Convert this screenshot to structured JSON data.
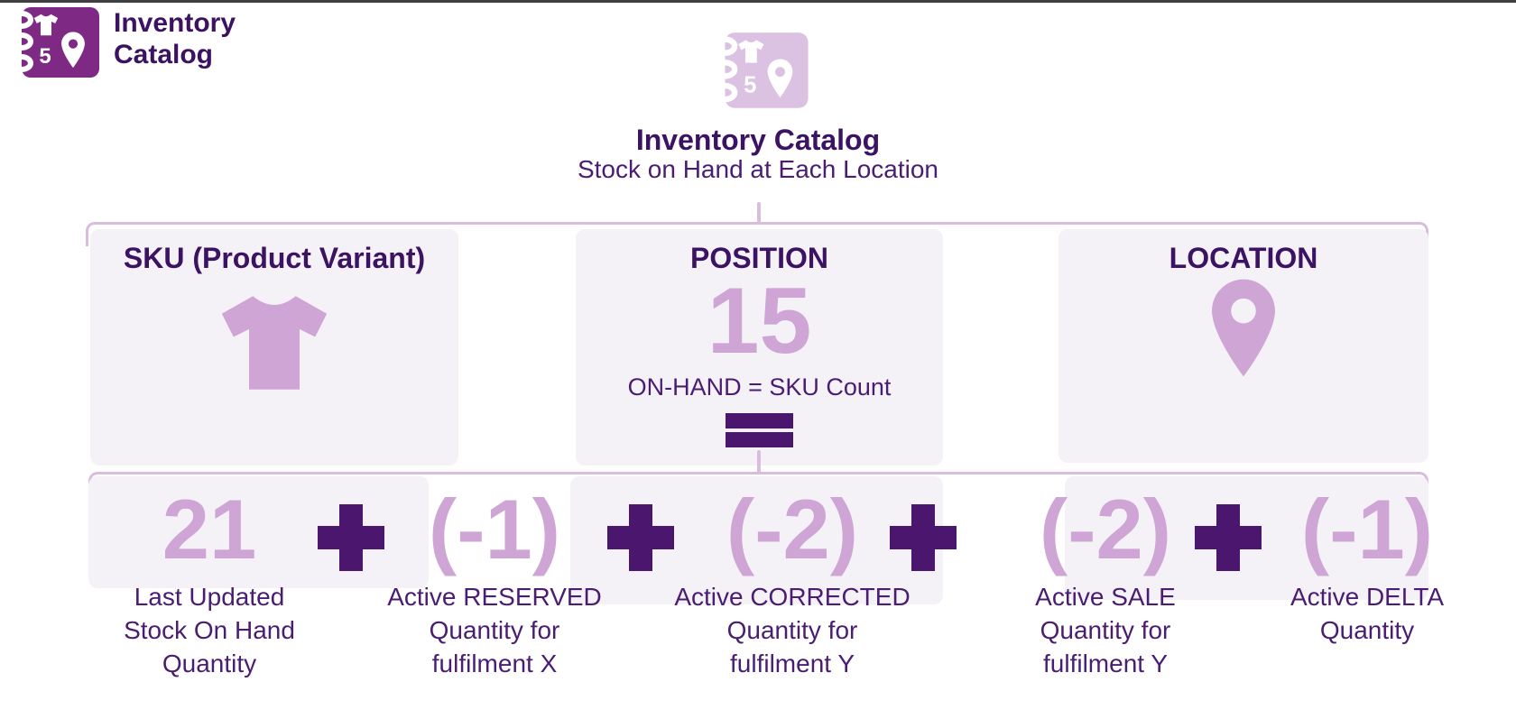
{
  "window": {
    "top_bar": "#3f3f3f"
  },
  "app_brand": {
    "title": "Inventory Catalog",
    "icon_badge": "5"
  },
  "hero": {
    "icon_badge": "5",
    "title": "Inventory Catalog",
    "subtitle": "Stock on Hand at Each Location"
  },
  "columns": {
    "sku": {
      "heading": "SKU (Product Variant)",
      "icon": "tshirt-icon"
    },
    "position": {
      "heading": "POSITION",
      "value": "15",
      "caption": "ON-HAND = SKU Count",
      "operator": "="
    },
    "location": {
      "heading": "LOCATION",
      "icon": "location-pin-icon"
    }
  },
  "equation": {
    "operator": "+",
    "terms": [
      {
        "value": "21",
        "label_lines": [
          "Last Updated",
          "Stock On Hand",
          "Quantity"
        ]
      },
      {
        "value": "(-1)",
        "label_lines": [
          "Active RESERVED",
          "Quantity for",
          "fulfilment X"
        ]
      },
      {
        "value": "(-2)",
        "label_lines": [
          "Active CORRECTED",
          "Quantity for",
          "fulfilment Y"
        ]
      },
      {
        "value": "(-2)",
        "label_lines": [
          "Active SALE",
          "Quantity for",
          "fulfilment Y"
        ]
      },
      {
        "value": "(-1)",
        "label_lines": [
          "Active DELTA",
          "Quantity"
        ]
      }
    ]
  },
  "colors": {
    "top_bar": "#3f3f3f",
    "brand_purple": "#7e2a85",
    "dark_purple": "#3c1262",
    "label_purple": "#4a1d72",
    "light_purple": "#cfa5d6",
    "pale_lavender": "#dcc2e2",
    "box_background": "#f4f2f7",
    "brace": "#d9bcde",
    "operator_dark": "#4b166e"
  }
}
